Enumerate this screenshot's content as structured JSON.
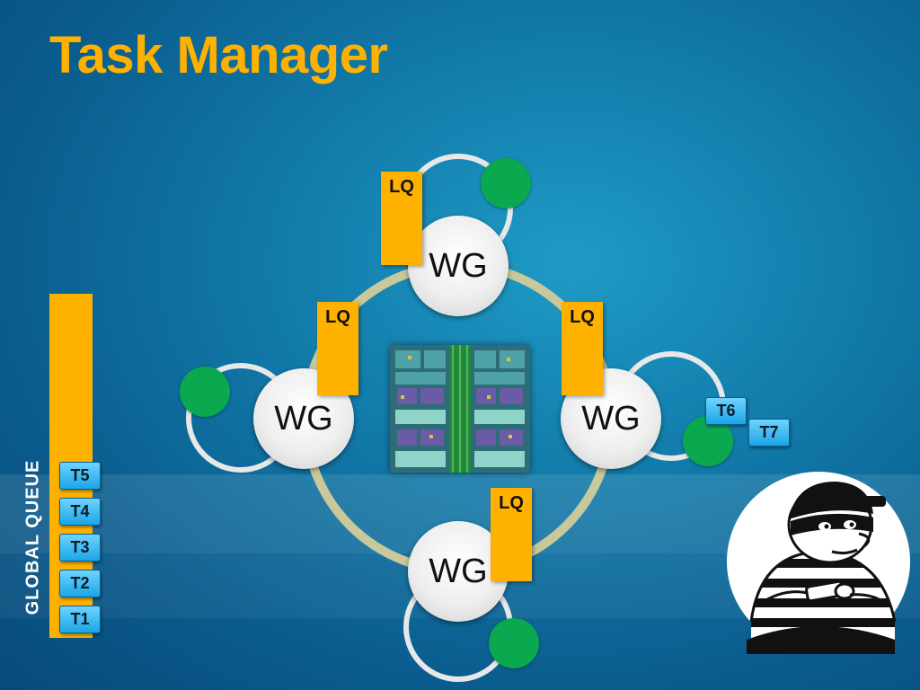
{
  "title": "Task Manager",
  "work_groups": [
    {
      "id": "top",
      "label": "WG"
    },
    {
      "id": "left",
      "label": "WG"
    },
    {
      "id": "right",
      "label": "WG"
    },
    {
      "id": "bottom",
      "label": "WG"
    }
  ],
  "local_queues": [
    {
      "id": "top",
      "label": "LQ"
    },
    {
      "id": "left",
      "label": "LQ"
    },
    {
      "id": "right",
      "label": "LQ"
    },
    {
      "id": "bottom",
      "label": "LQ"
    }
  ],
  "global_queue": {
    "label": "GLOBAL QUEUE",
    "tasks": [
      "T5",
      "T4",
      "T3",
      "T2",
      "T1"
    ]
  },
  "stolen_tasks": [
    "T6",
    "T7"
  ],
  "icons": {
    "chip": "processor-die-icon",
    "thief": "thief-icon",
    "worker": "worker-dot-icon"
  },
  "colors": {
    "accent": "#ffb100",
    "background": "#1179a8",
    "worker": "#0aa84f",
    "task": "#1aa6e6",
    "ring": "#c9c89a"
  }
}
